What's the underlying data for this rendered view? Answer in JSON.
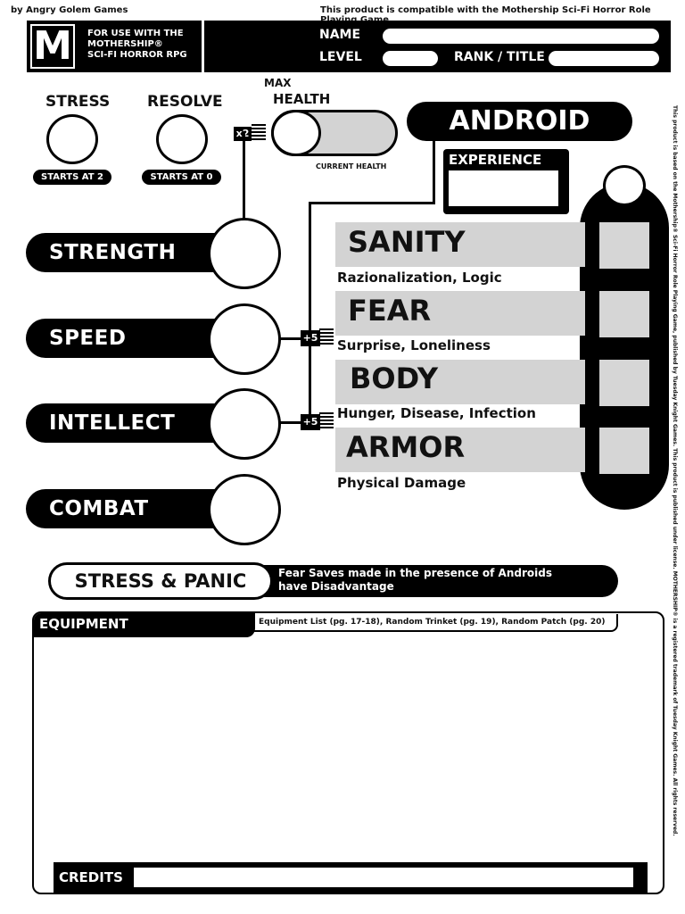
{
  "top": {
    "publisher": "by Angry Golem Games",
    "compat": "This product is compatible with the Mothership Sci-Fi Horror Role Playing Game"
  },
  "header": {
    "logo_letter": "M",
    "for_use": [
      "FOR USE WITH THE",
      "MOTHERSHIP®",
      "SCI-FI HORROR RPG"
    ],
    "name_label": "NAME",
    "level_label": "LEVEL",
    "rank_label": "RANK / TITLE"
  },
  "stress": {
    "label": "STRESS",
    "note": "STARTS AT 2"
  },
  "resolve": {
    "label": "RESOLVE",
    "note": "STARTS AT 0"
  },
  "health": {
    "label_top": "MAX",
    "label": "HEALTH",
    "current": "CURRENT HEALTH",
    "multiplier": "x2"
  },
  "class": {
    "name": "ANDROID"
  },
  "experience": {
    "label": "EXPERIENCE"
  },
  "stats": [
    {
      "label": "STRENGTH"
    },
    {
      "label": "SPEED"
    },
    {
      "label": "INTELLECT"
    },
    {
      "label": "COMBAT"
    }
  ],
  "bonuses": [
    "+5",
    "+5"
  ],
  "saves": [
    {
      "title": "SANITY",
      "sub": "Razionalization, Logic"
    },
    {
      "title": "FEAR",
      "sub": "Surprise, Loneliness"
    },
    {
      "title": "BODY",
      "sub": "Hunger, Disease, Infection"
    },
    {
      "title": "ARMOR",
      "sub": "Physical Damage"
    }
  ],
  "panic": {
    "label": "STRESS & PANIC",
    "text_line1": "Fear Saves made in the presence of Androids",
    "text_line2": "have Disadvantage"
  },
  "equipment": {
    "label": "EQUIPMENT",
    "refs": "Equipment List (pg. 17-18), Random Trinket (pg. 19), Random Patch (pg. 20)"
  },
  "credits": {
    "label": "CREDITS"
  },
  "legal": "This product is based on the Mothership® Sci-Fi Horror Role Playing Game, published by Tuesday Knight Games. This product is published under license. MOTHERSHIP® is a registered trademark of Tuesday Knight Games. All rights reserved."
}
